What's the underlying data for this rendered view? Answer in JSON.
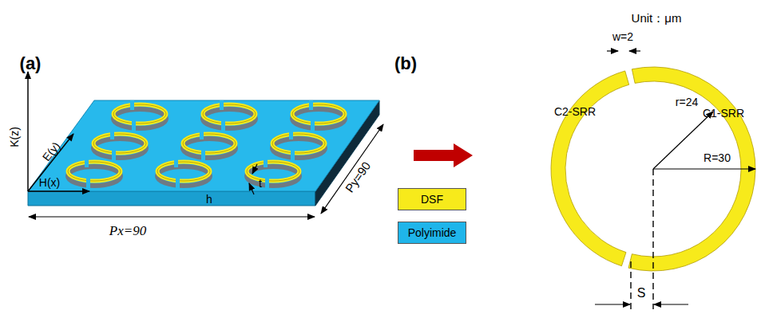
{
  "diagram": {
    "labels": [
      "(a)",
      "(b)",
      "Unit：μm",
      "K(z)",
      "E(y)",
      "H(x)",
      "h",
      "t",
      "Px=90",
      "Py=90",
      "w=2",
      "r=24",
      "R=30",
      "C1-SRR",
      "C2-SRR",
      "S"
    ],
    "legend": [
      {
        "text": "DSF",
        "color": "#f7ea1b"
      },
      {
        "text": "Polyimide",
        "color": "#1fb5ea"
      }
    ]
  }
}
